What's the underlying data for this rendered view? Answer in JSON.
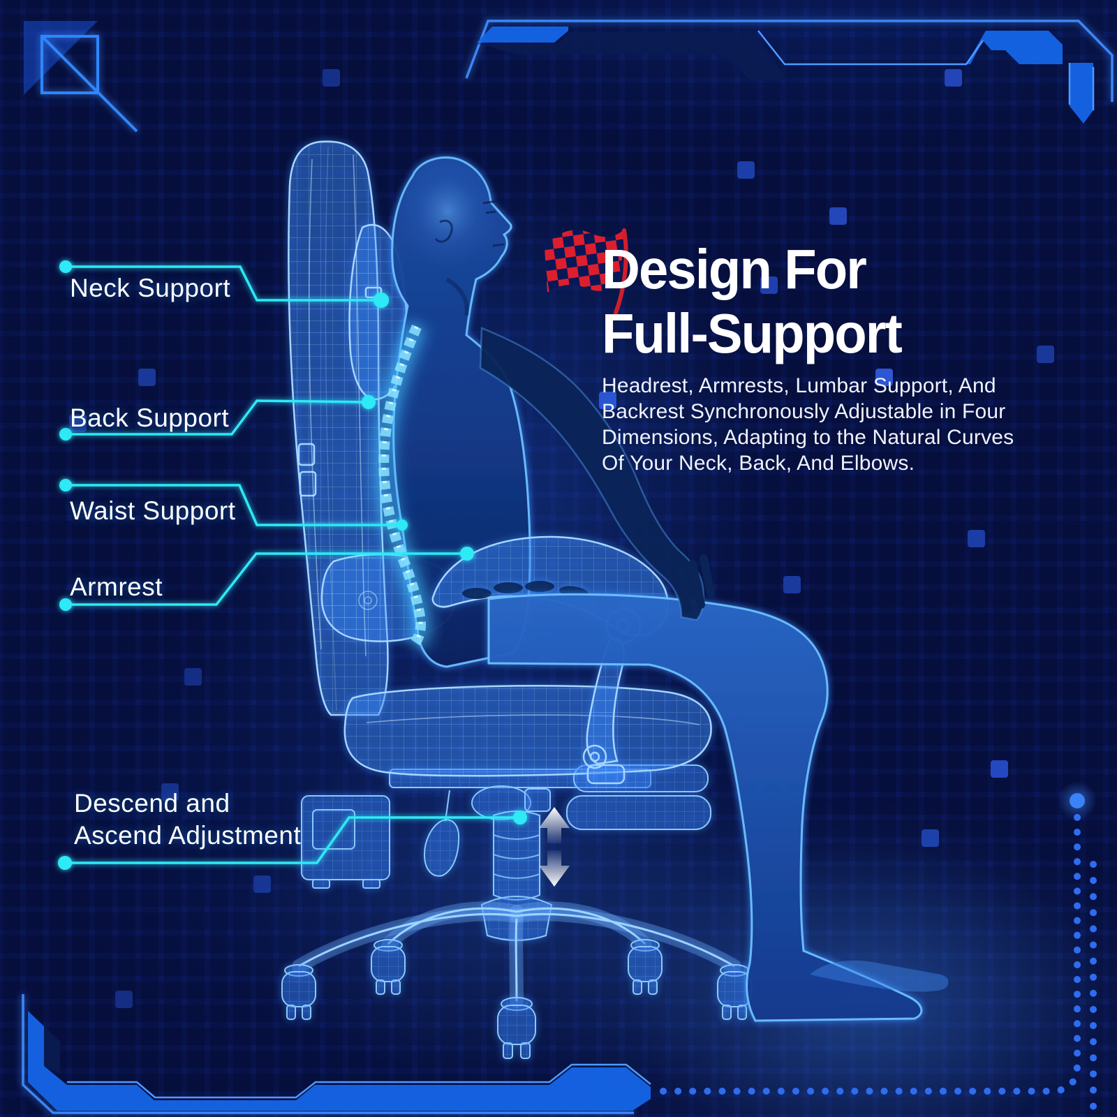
{
  "theme": {
    "background": "#0a1757",
    "accent_cyan": "#2ee9f6",
    "accent_blue": "#2f7df2",
    "wireframe_blue": "#a6d6ff",
    "flag_red": "#dd1f2d",
    "text_white": "#ffffff"
  },
  "callouts": {
    "neck_support": {
      "label": "Neck Support"
    },
    "back_support": {
      "label": "Back Support"
    },
    "waist_support": {
      "label": "Waist Support"
    },
    "armrest": {
      "label": "Armrest"
    },
    "height_adjustment": {
      "label_line1": "Descend and",
      "label_line2": "Ascend Adjustment"
    }
  },
  "headline": {
    "line1": "Design For",
    "line2": "Full-Support"
  },
  "description": {
    "lines": [
      "Headrest, Armrests, Lumbar Support, And",
      "Backrest Synchronously Adjustable in Four",
      "Dimensions, Adapting to the Natural Curves",
      "Of Your Neck, Back, And Elbows."
    ]
  },
  "icons": {
    "flag": "checkered-flag",
    "ascend_arrow": "up-arrow",
    "descend_arrow": "down-arrow"
  }
}
